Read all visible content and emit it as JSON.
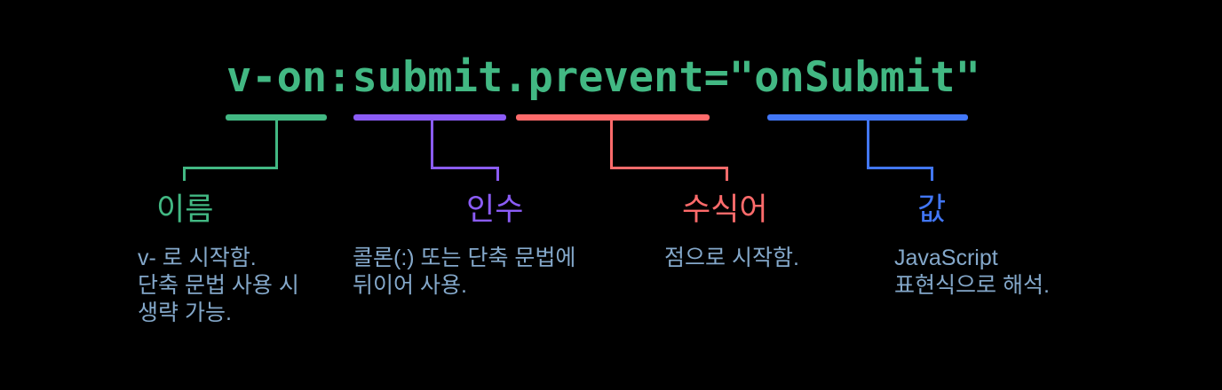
{
  "canvas": {
    "background": "#000000",
    "description_color": "#84a8ca"
  },
  "code": {
    "text": "v-on:submit.prevent=\"onSubmit\"",
    "color": "#42b883"
  },
  "parts": [
    {
      "id": "name",
      "token": "v-on",
      "color": "#42b883",
      "label": "이름",
      "description": {
        "line1": "v- 로 시작함.",
        "line2": "단축 문법 사용 시",
        "line3": "생략 가능."
      }
    },
    {
      "id": "argument",
      "token": "submit",
      "color": "#8b5cf6",
      "label": "인수",
      "description": {
        "line1": "콜론(:) 또는 단축 문법에",
        "line2": "뒤이어 사용."
      }
    },
    {
      "id": "modifiers",
      "token": ".prevent",
      "color": "#ff6b6b",
      "label": "수식어",
      "description": {
        "line1": "점으로 시작함."
      }
    },
    {
      "id": "value",
      "token": "onSubmit",
      "color": "#4277f7",
      "label": "값",
      "description": {
        "line1": "JavaScript",
        "line2": "표현식으로 해석."
      }
    }
  ]
}
